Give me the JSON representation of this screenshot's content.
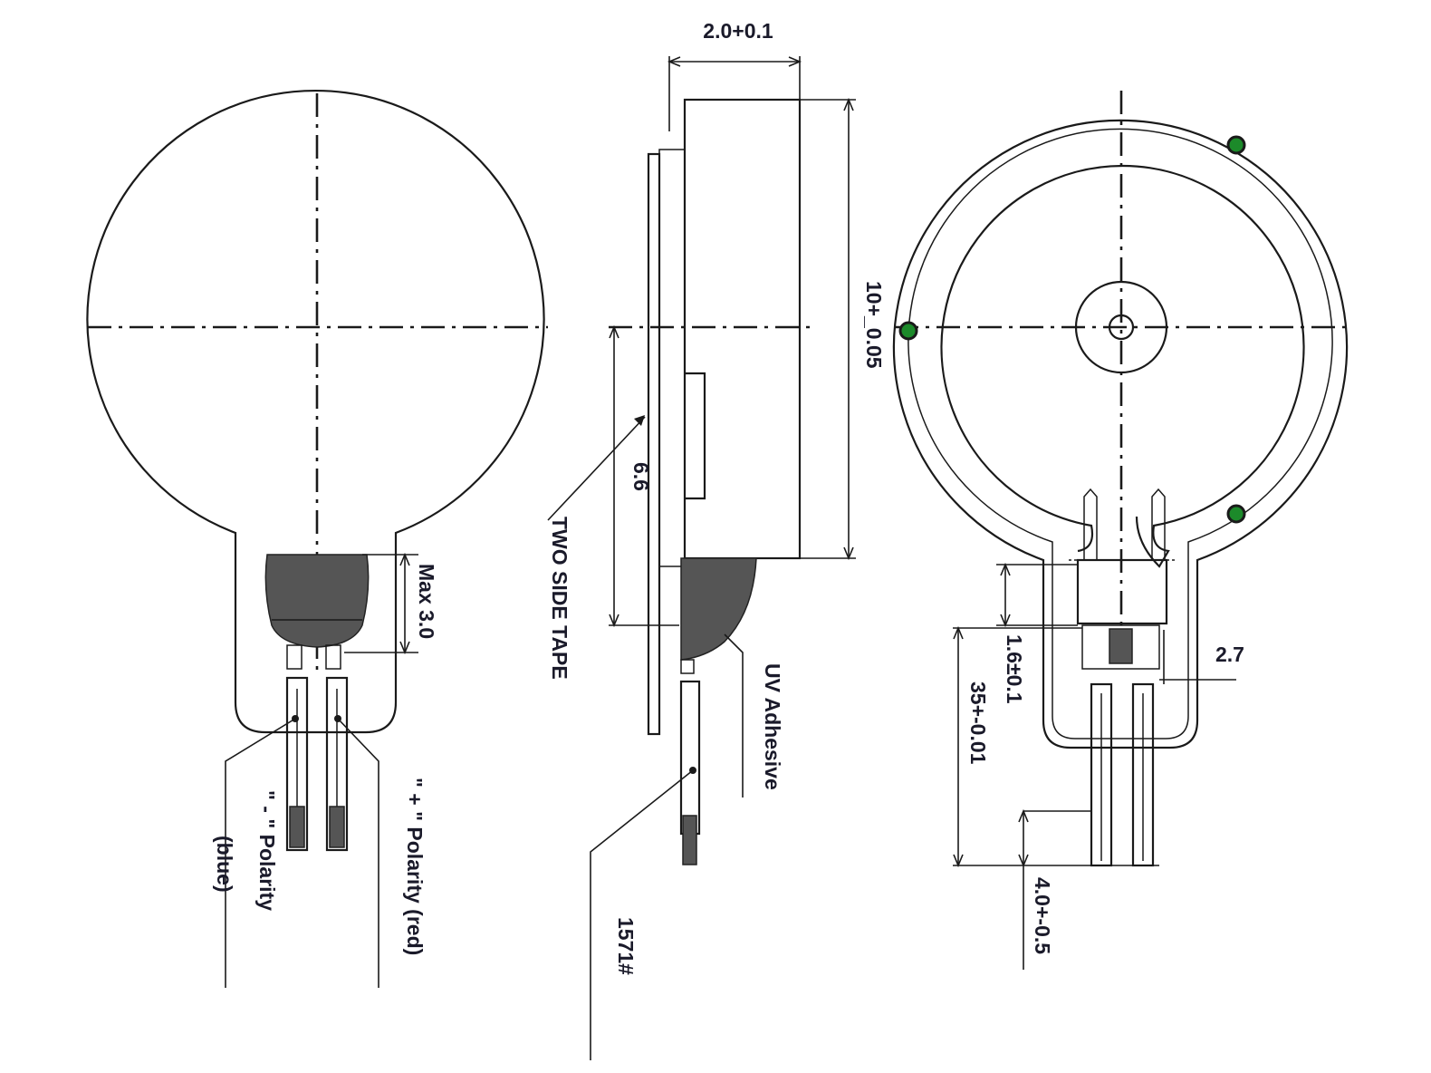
{
  "labels": {
    "width_dim": "2.0+0.1",
    "diameter_dim": "10+_0.05",
    "tape_height_dim": "6.6",
    "tape_label": "TWO SIDE TAPE",
    "max_dim": "Max 3.0",
    "pos_polarity": "\" + \" Polarity (red)",
    "neg_polarity": "\" - \" Polarity",
    "neg_color": "(blue)",
    "uv_label": "UV Adhesive",
    "wire_label": "1571#",
    "lead_dim_27": "2.7",
    "lead_dim_16": "1.6±0.1",
    "lead_dim_35": "35+-0.01",
    "lead_dim_40": "4.0+-0.5"
  },
  "colors": {
    "line": "#1a1a1a",
    "solder_point": "#1c8a2a",
    "text": "#1a1a2a"
  }
}
